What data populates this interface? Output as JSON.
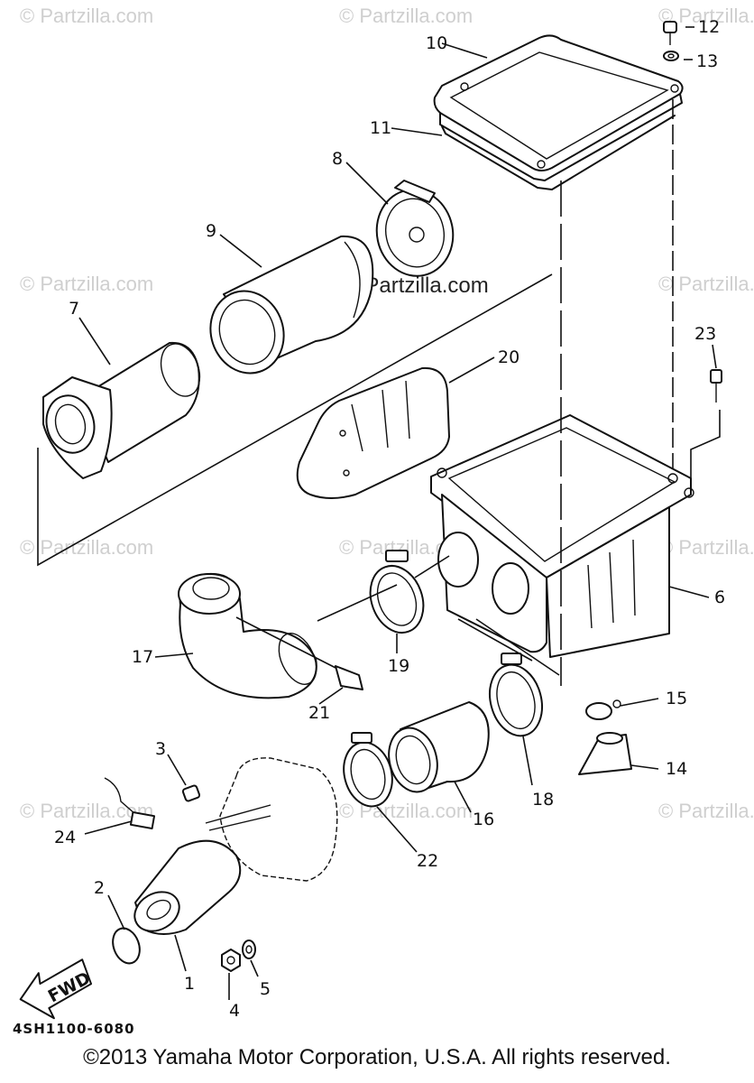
{
  "watermarks": [
    "© Partzilla.com",
    "© Partzilla.com",
    "© Partzilla.com",
    "© Partzilla.com",
    "© Partzilla.com",
    "© Partzilla.com",
    "© Partzilla.com",
    "© Partzilla.com",
    "© Partzilla.com",
    "© Partzilla.com",
    "© Partzilla.com"
  ],
  "center_watermark": "© Partzilla.com",
  "callouts": [
    "1",
    "2",
    "3",
    "4",
    "5",
    "6",
    "7",
    "8",
    "9",
    "10",
    "11",
    "12",
    "13",
    "14",
    "15",
    "16",
    "17",
    "18",
    "19",
    "20",
    "21",
    "22",
    "23",
    "24"
  ],
  "fwd_label": "FWD",
  "diagram_code": "4SH1100-6080",
  "copyright": "©2013 Yamaha Motor Corporation, U.S.A. All rights reserved."
}
